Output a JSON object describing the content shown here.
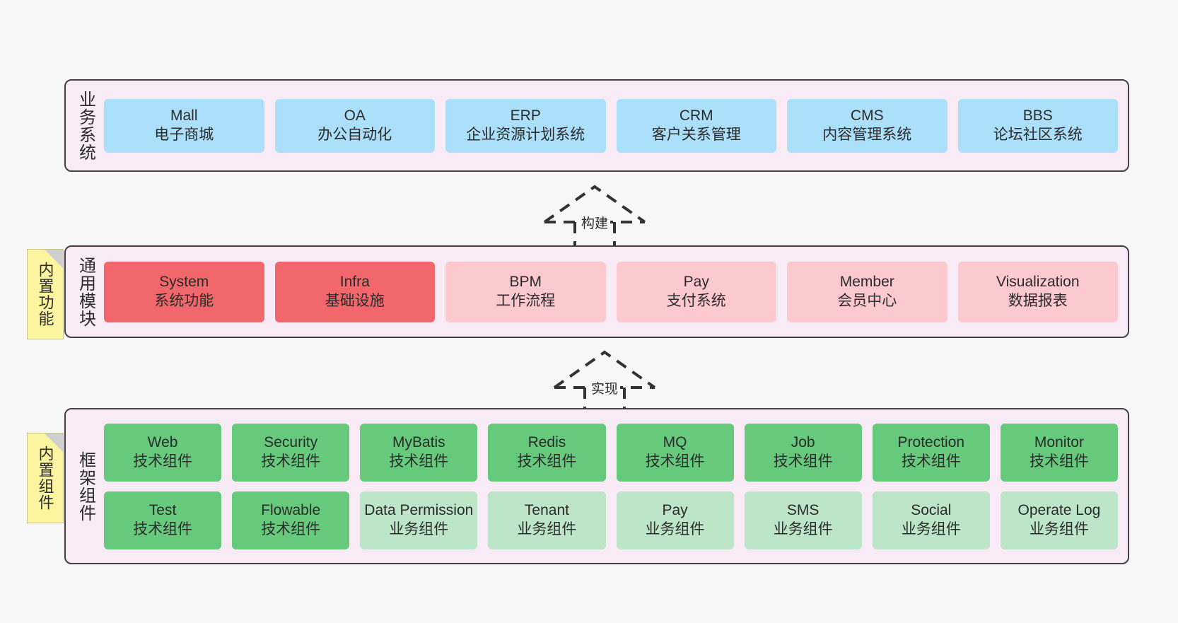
{
  "diagram": {
    "background_color": "#f7f7f7",
    "panel_background": "#f9ebf5",
    "panel_border": "#454045"
  },
  "notes": [
    {
      "name": "builtin-feature",
      "label": "内置功能",
      "color": "#fbf5a0"
    },
    {
      "name": "builtin-component",
      "label": "内置组件",
      "color": "#fbf5a0"
    }
  ],
  "arrows": [
    {
      "name": "build",
      "label": "构建",
      "style": "dashed-generalization",
      "direction": "up"
    },
    {
      "name": "implement",
      "label": "实现",
      "style": "dashed-generalization",
      "direction": "up"
    }
  ],
  "layers": [
    {
      "id": "business",
      "title": "业务系统",
      "rows": [
        [
          {
            "name": "mall",
            "l1": "Mall",
            "l2": "电子商城",
            "color": "#ace0fa"
          },
          {
            "name": "oa",
            "l1": "OA",
            "l2": "办公自动化",
            "color": "#ace0fa"
          },
          {
            "name": "erp",
            "l1": "ERP",
            "l2": "企业资源计划系统",
            "color": "#ace0fa"
          },
          {
            "name": "crm",
            "l1": "CRM",
            "l2": "客户关系管理",
            "color": "#ace0fa"
          },
          {
            "name": "cms",
            "l1": "CMS",
            "l2": "内容管理系统",
            "color": "#ace0fa"
          },
          {
            "name": "bbs",
            "l1": "BBS",
            "l2": "论坛社区系统",
            "color": "#ace0fa"
          }
        ]
      ]
    },
    {
      "id": "common",
      "title": "通用模块",
      "rows": [
        [
          {
            "name": "system",
            "l1": "System",
            "l2": "系统功能",
            "color": "#f1676b"
          },
          {
            "name": "infra",
            "l1": "Infra",
            "l2": "基础设施",
            "color": "#f1676b"
          },
          {
            "name": "bpm",
            "l1": "BPM",
            "l2": "工作流程",
            "color": "#fcc9cf"
          },
          {
            "name": "pay",
            "l1": "Pay",
            "l2": "支付系统",
            "color": "#fcc9cf"
          },
          {
            "name": "member",
            "l1": "Member",
            "l2": "会员中心",
            "color": "#fcc9cf"
          },
          {
            "name": "visualization",
            "l1": "Visualization",
            "l2": "数据报表",
            "color": "#fcc9cf"
          }
        ]
      ]
    },
    {
      "id": "framework",
      "title": "框架组件",
      "rows": [
        [
          {
            "name": "web",
            "l1": "Web",
            "l2": "技术组件",
            "color": "#66c97c"
          },
          {
            "name": "security",
            "l1": "Security",
            "l2": "技术组件",
            "color": "#66c97c"
          },
          {
            "name": "mybatis",
            "l1": "MyBatis",
            "l2": "技术组件",
            "color": "#66c97c"
          },
          {
            "name": "redis",
            "l1": "Redis",
            "l2": "技术组件",
            "color": "#66c97c"
          },
          {
            "name": "mq",
            "l1": "MQ",
            "l2": "技术组件",
            "color": "#66c97c"
          },
          {
            "name": "job",
            "l1": "Job",
            "l2": "技术组件",
            "color": "#66c97c"
          },
          {
            "name": "protection",
            "l1": "Protection",
            "l2": "技术组件",
            "color": "#66c97c"
          },
          {
            "name": "monitor",
            "l1": "Monitor",
            "l2": "技术组件",
            "color": "#66c97c"
          }
        ],
        [
          {
            "name": "test",
            "l1": "Test",
            "l2": "技术组件",
            "color": "#66c97c"
          },
          {
            "name": "flowable",
            "l1": "Flowable",
            "l2": "技术组件",
            "color": "#66c97c"
          },
          {
            "name": "data-permission",
            "l1": "Data Permission",
            "l2": "业务组件",
            "color": "#bde5c7"
          },
          {
            "name": "tenant",
            "l1": "Tenant",
            "l2": "业务组件",
            "color": "#bde5c7"
          },
          {
            "name": "pay",
            "l1": "Pay",
            "l2": "业务组件",
            "color": "#bde5c7"
          },
          {
            "name": "sms",
            "l1": "SMS",
            "l2": "业务组件",
            "color": "#bde5c7"
          },
          {
            "name": "social",
            "l1": "Social",
            "l2": "业务组件",
            "color": "#bde5c7"
          },
          {
            "name": "operate-log",
            "l1": "Operate Log",
            "l2": "业务组件",
            "color": "#bde5c7"
          }
        ]
      ]
    }
  ]
}
